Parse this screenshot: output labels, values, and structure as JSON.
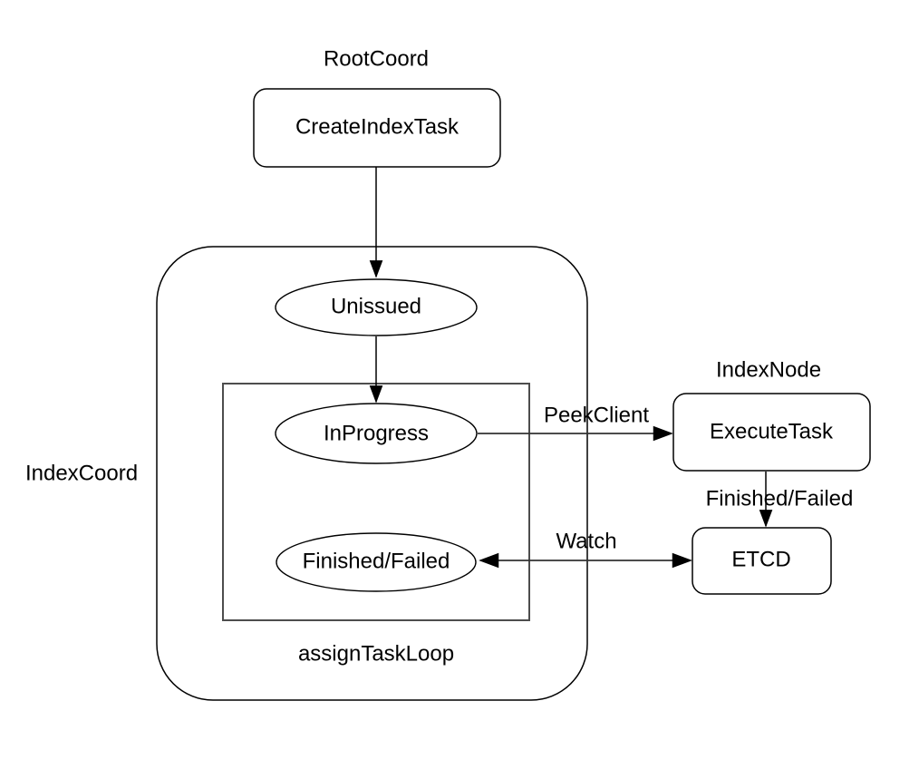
{
  "diagram": {
    "background_color": "#ffffff",
    "stroke_color": "#000000",
    "inner_loop_stroke_color": "#4d4d4d",
    "group_labels": {
      "root_coord": "RootCoord",
      "index_coord": "IndexCoord",
      "index_node": "IndexNode",
      "assign_task_loop": "assignTaskLoop"
    },
    "nodes": {
      "create_index_task": "CreateIndexTask",
      "unissued": "Unissued",
      "in_progress": "InProgress",
      "finished_failed": "Finished/Failed",
      "execute_task": "ExecuteTask",
      "etcd": "ETCD"
    },
    "edge_labels": {
      "peek_client": "PeekClient",
      "finished_failed": "Finished/Failed",
      "watch": "Watch"
    }
  }
}
